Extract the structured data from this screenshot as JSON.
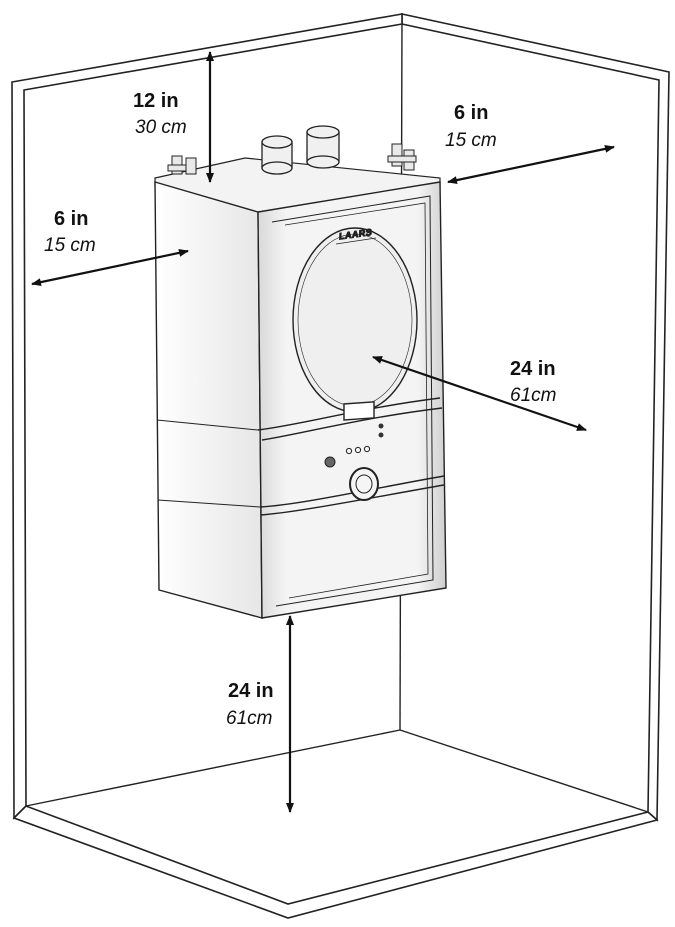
{
  "brand": {
    "logo_text": "LAARS"
  },
  "clearances": {
    "top": {
      "imperial": "12 in",
      "metric": "30 cm"
    },
    "right": {
      "imperial": "6 in",
      "metric": "15 cm"
    },
    "left": {
      "imperial": "6 in",
      "metric": "15 cm"
    },
    "front": {
      "imperial": "24 in",
      "metric": "61cm"
    },
    "bottom": {
      "imperial": "24 in",
      "metric": "61cm"
    }
  }
}
